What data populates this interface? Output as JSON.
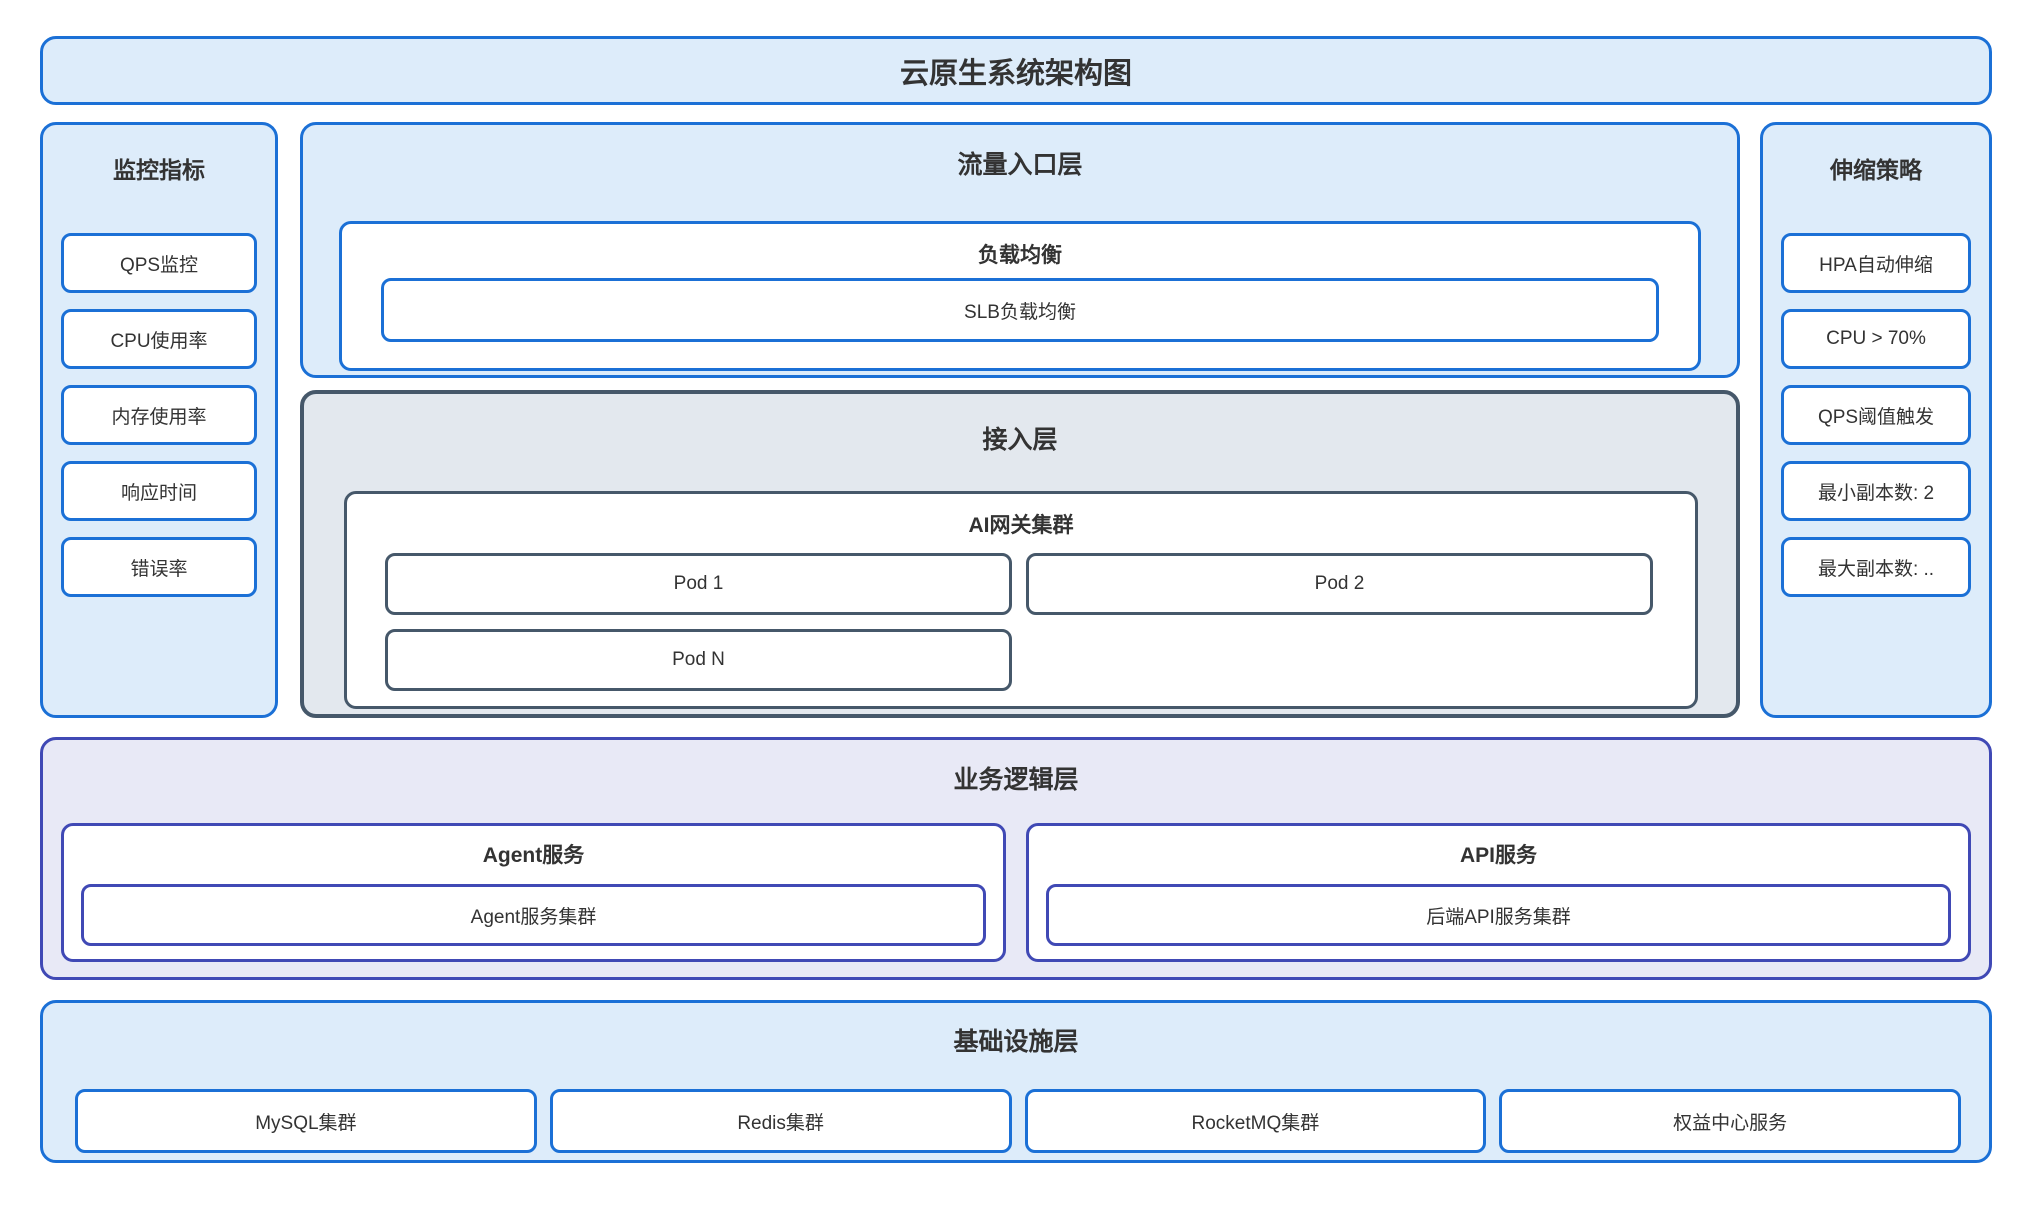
{
  "diagram_title": "云原生系统架构图",
  "monitoring": {
    "title": "监控指标",
    "items": [
      "QPS监控",
      "CPU使用率",
      "内存使用率",
      "响应时间",
      "错误率"
    ]
  },
  "traffic_layer": {
    "title": "流量入口层",
    "load_balancer": {
      "title": "负载均衡",
      "node": "SLB负载均衡"
    }
  },
  "access_layer": {
    "title": "接入层",
    "gateway_cluster": {
      "title": "AI网关集群",
      "pods": [
        "Pod 1",
        "Pod 2",
        "Pod N"
      ]
    }
  },
  "scaling": {
    "title": "伸缩策略",
    "items": [
      "HPA自动伸缩",
      "CPU > 70%",
      "QPS阈值触发",
      "最小副本数: 2",
      "最大副本数: .."
    ]
  },
  "business_layer": {
    "title": "业务逻辑层",
    "groups": [
      {
        "title": "Agent服务",
        "node": "Agent服务集群"
      },
      {
        "title": "API服务",
        "node": "后端API服务集群"
      }
    ]
  },
  "infra_layer": {
    "title": "基础设施层",
    "items": [
      "MySQL集群",
      "Redis集群",
      "RocketMQ集群",
      "权益中心服务"
    ]
  },
  "colors": {
    "blue_stroke": "#1b70d6",
    "blue_fill": "#ddecfa",
    "slate_stroke": "#46586a",
    "slate_fill": "#e3e8ee",
    "indigo_stroke": "#4049b5",
    "indigo_fill": "#e8e9f6",
    "node_fill": "#ffffff",
    "text": "#333333"
  }
}
